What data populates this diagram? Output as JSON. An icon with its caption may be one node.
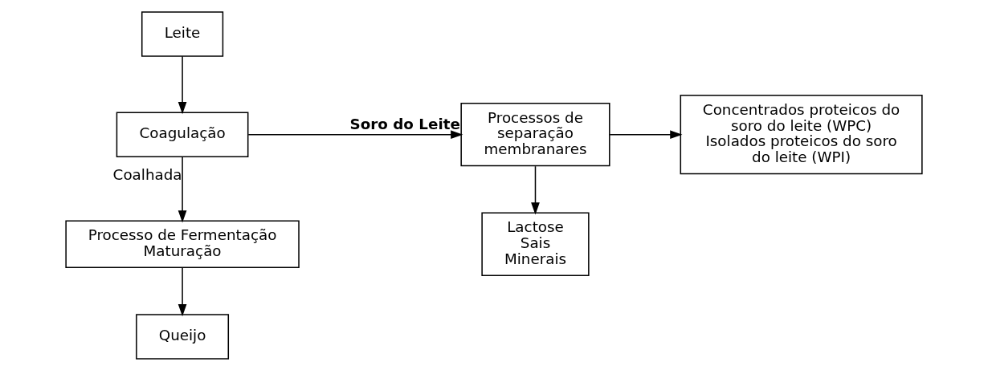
{
  "diagram": {
    "nodes": [
      {
        "text": [
          "Leite"
        ]
      },
      {
        "text": [
          "Coagulação"
        ]
      },
      {
        "text": [
          "Processo de Fermentação Maturação"
        ]
      },
      {
        "text": [
          "Queijo"
        ]
      },
      {
        "text": [
          "Processos de separação membranares"
        ]
      },
      {
        "text": [
          "Concentrados proteicos do soro do leite (WPC)",
          "Isolados proteicos do soro do leite (WPI)"
        ]
      },
      {
        "text": [
          "Lactose Sais Minerais"
        ]
      }
    ],
    "edges": [
      {
        "from": 0,
        "to": 1,
        "arrow": "to"
      },
      {
        "from": 1,
        "to": 2,
        "arrow": "to",
        "label": "Coalhada"
      },
      {
        "from": 2,
        "to": 3,
        "arrow": "to"
      },
      {
        "from": 1,
        "to": 4,
        "arrow": "to",
        "label": "Soro do Leite"
      },
      {
        "from": 4,
        "to": 5,
        "arrow": "to"
      },
      {
        "from": 4,
        "to": 6,
        "arrow": "to"
      }
    ]
  }
}
